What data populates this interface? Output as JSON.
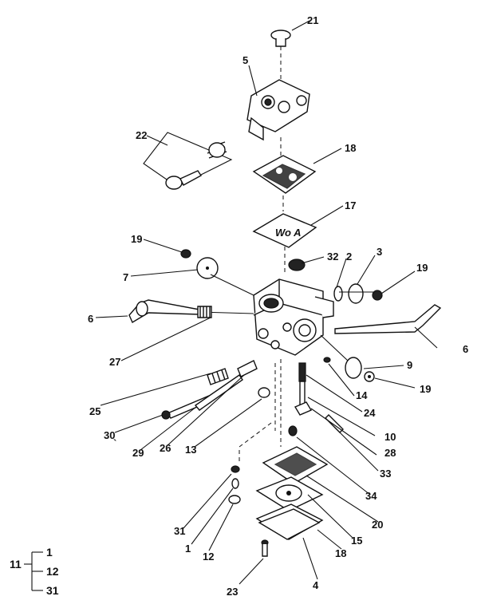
{
  "callouts": {
    "c21": "21",
    "c5": "5",
    "c22": "22",
    "c18a": "18",
    "c17": "17",
    "c19a": "19",
    "c32": "32",
    "c2": "2",
    "c3": "3",
    "c19b": "19",
    "c7": "7",
    "c6a": "6",
    "c27": "27",
    "c6b": "6",
    "c9": "9",
    "c19c": "19",
    "c14": "14",
    "c24": "24",
    "c25": "25",
    "c10": "10",
    "c30": "30",
    "c29": "29",
    "c26": "26",
    "c13": "13",
    "c28": "28",
    "c33": "33",
    "c34": "34",
    "c20": "20",
    "c15": "15",
    "c31a": "31",
    "c1a": "1",
    "c12a": "12",
    "c18b": "18",
    "c23": "23",
    "c4": "4"
  },
  "kit_legend": {
    "parent": "11",
    "children": [
      "1",
      "12",
      "31"
    ]
  },
  "stray_mark": "`",
  "diaphragm_marking": "Wo A"
}
